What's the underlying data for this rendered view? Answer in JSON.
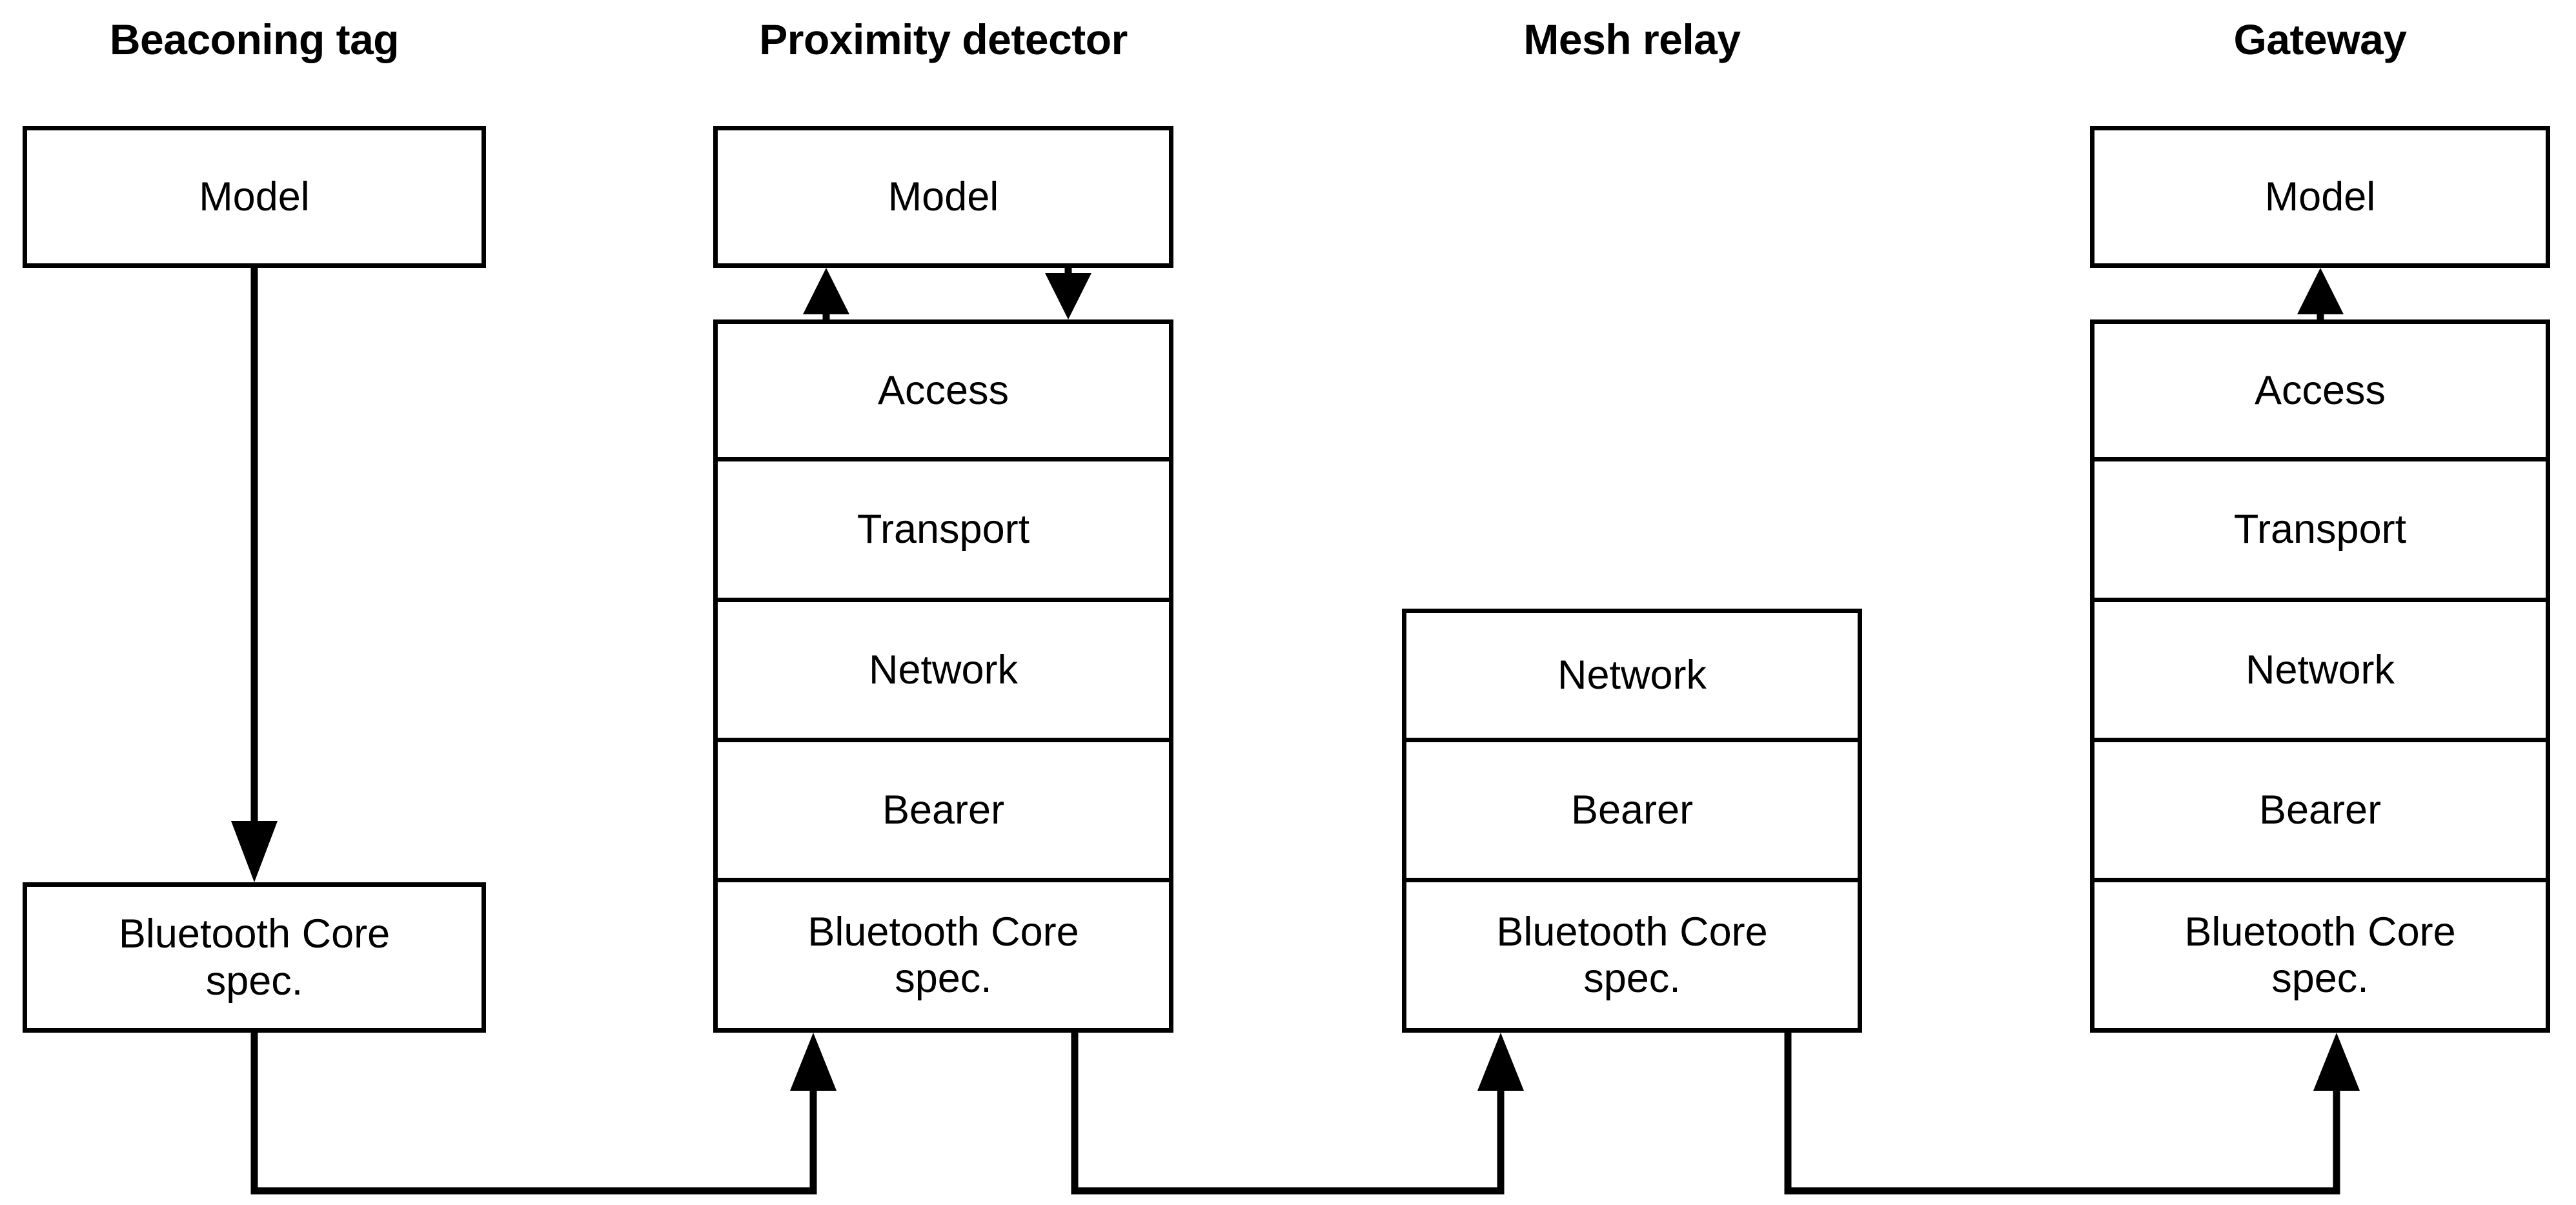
{
  "diagram": {
    "title_font_weight": "bold",
    "line_color": "#000000",
    "box_border_color": "#000000",
    "background": "#ffffff",
    "columns": [
      {
        "id": "beaconing-tag",
        "title": "Beaconing tag",
        "groups": [
          {
            "cells": [
              "Model"
            ]
          },
          {
            "cells": [
              "Bluetooth Core\nspec."
            ]
          }
        ]
      },
      {
        "id": "proximity-detector",
        "title": "Proximity detector",
        "groups": [
          {
            "cells": [
              "Model"
            ]
          },
          {
            "cells": [
              "Access",
              "Transport",
              "Network",
              "Bearer",
              "Bluetooth Core\nspec."
            ]
          }
        ]
      },
      {
        "id": "mesh-relay",
        "title": "Mesh relay",
        "groups": [
          {
            "cells": [
              "Network",
              "Bearer",
              "Bluetooth Core\nspec."
            ]
          }
        ]
      },
      {
        "id": "gateway",
        "title": "Gateway",
        "groups": [
          {
            "cells": [
              "Model"
            ]
          },
          {
            "cells": [
              "Access",
              "Transport",
              "Network",
              "Bearer",
              "Bluetooth Core\nspec."
            ]
          }
        ]
      }
    ],
    "labels": {
      "model": "Model",
      "access": "Access",
      "transport": "Transport",
      "network": "Network",
      "bearer": "Bearer",
      "bluetooth_core_spec_line1": "Bluetooth Core",
      "bluetooth_core_spec_line2": "spec.",
      "title_beaconing_tag": "Beaconing tag",
      "title_proximity_detector": "Proximity detector",
      "title_mesh_relay": "Mesh relay",
      "title_gateway": "Gateway"
    },
    "connectors": [
      {
        "id": "beaconing-model-to-core",
        "direction": "down",
        "note": "Model down to Bluetooth Core spec."
      },
      {
        "id": "proximity-access-to-model",
        "direction": "up",
        "note": "Access up to Model"
      },
      {
        "id": "proximity-model-to-access",
        "direction": "down",
        "note": "Model down to Access"
      },
      {
        "id": "gateway-access-to-model",
        "direction": "up",
        "note": "Access up to Model"
      },
      {
        "id": "link-beaconing-to-proximity",
        "direction": "up",
        "note": "Beaconing core spec to Proximity core spec"
      },
      {
        "id": "link-proximity-to-mesh",
        "direction": "up",
        "note": "Proximity core spec to Mesh relay core spec"
      },
      {
        "id": "link-mesh-to-gateway",
        "direction": "up",
        "note": "Mesh relay core spec to Gateway core spec"
      }
    ]
  }
}
